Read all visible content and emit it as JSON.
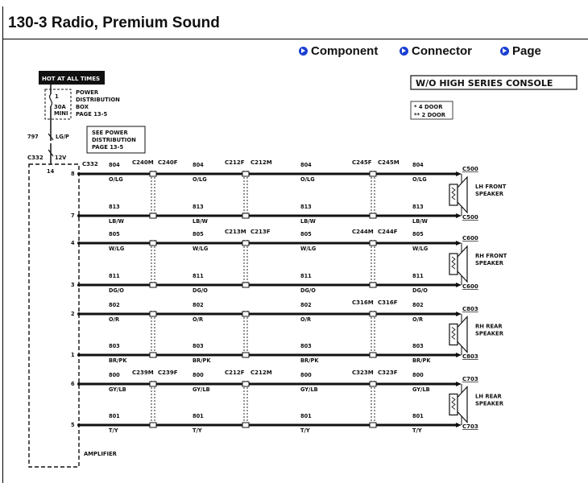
{
  "header": {
    "title": "130-3 Radio, Premium Sound",
    "links": [
      "Component",
      "Connector",
      "Page"
    ]
  },
  "power": {
    "hot_label": "HOT AT ALL TIMES",
    "fuse_num": "1",
    "fuse_rating": "30A",
    "fuse_type": "MINI",
    "box_line1": "POWER",
    "box_line2": "DISTRIBUTION",
    "box_line3": "BOX",
    "box_page": "PAGE  13-5",
    "see_line1": "SEE  POWER",
    "see_line2": "DISTRIBUTION",
    "see_page": "PAGE  13-5",
    "feed_circuit": "797",
    "feed_color": "LG/P",
    "amp_connector": "C332",
    "amp_pin": "14",
    "amp_pin_label": "12V",
    "amp_label": "AMPLIFIER",
    "amp_connector2": "C332"
  },
  "options": {
    "console_label": "W/O HIGH SERIES CONSOLE",
    "legend1": "*  4  DOOR",
    "legend2": "**  2  DOOR"
  },
  "speakers": [
    {
      "name_line1": "LH  FRONT",
      "name_line2": "SPEAKER",
      "conn_top": "C500",
      "conn_bot": "C500",
      "top": {
        "pin": "8",
        "circuit": "804",
        "color": "O/LG",
        "c1a": "C240M",
        "c1b": "C240F",
        "c2a": "C212F",
        "c2b": "C212M",
        "c3a": "C245F",
        "c3b": "C245M"
      },
      "bot": {
        "pin": "7",
        "circuit": "813",
        "color": "LB/W"
      }
    },
    {
      "name_line1": "RH  FRONT",
      "name_line2": "SPEAKER",
      "conn_top": "C600",
      "conn_bot": "C600",
      "top": {
        "pin": "4",
        "circuit": "805",
        "color": "W/LG",
        "c1a": "",
        "c1b": "",
        "c2a": "C213M",
        "c2b": "C213F",
        "c3a": "C244M",
        "c3b": "C244F"
      },
      "bot": {
        "pin": "3",
        "circuit": "811",
        "color": "DG/O"
      }
    },
    {
      "name_line1": "RH  REAR",
      "name_line2": "SPEAKER",
      "conn_top": "C803",
      "conn_bot": "C803",
      "top": {
        "pin": "2",
        "circuit": "802",
        "color": "O/R",
        "c1a": "",
        "c1b": "",
        "c2a": "",
        "c2b": "",
        "c3a": "C316M",
        "c3b": "C316F"
      },
      "bot": {
        "pin": "1",
        "circuit": "803",
        "color": "BR/PK"
      }
    },
    {
      "name_line1": "LH  REAR",
      "name_line2": "SPEAKER",
      "conn_top": "C703",
      "conn_bot": "C703",
      "top": {
        "pin": "6",
        "circuit": "800",
        "color": "GY/LB",
        "c1a": "C239M",
        "c1b": "C239F",
        "c2a": "C212F",
        "c2b": "C212M",
        "c3a": "C323M",
        "c3b": "C323F"
      },
      "bot": {
        "pin": "5",
        "circuit": "801",
        "color": "T/Y"
      }
    }
  ]
}
